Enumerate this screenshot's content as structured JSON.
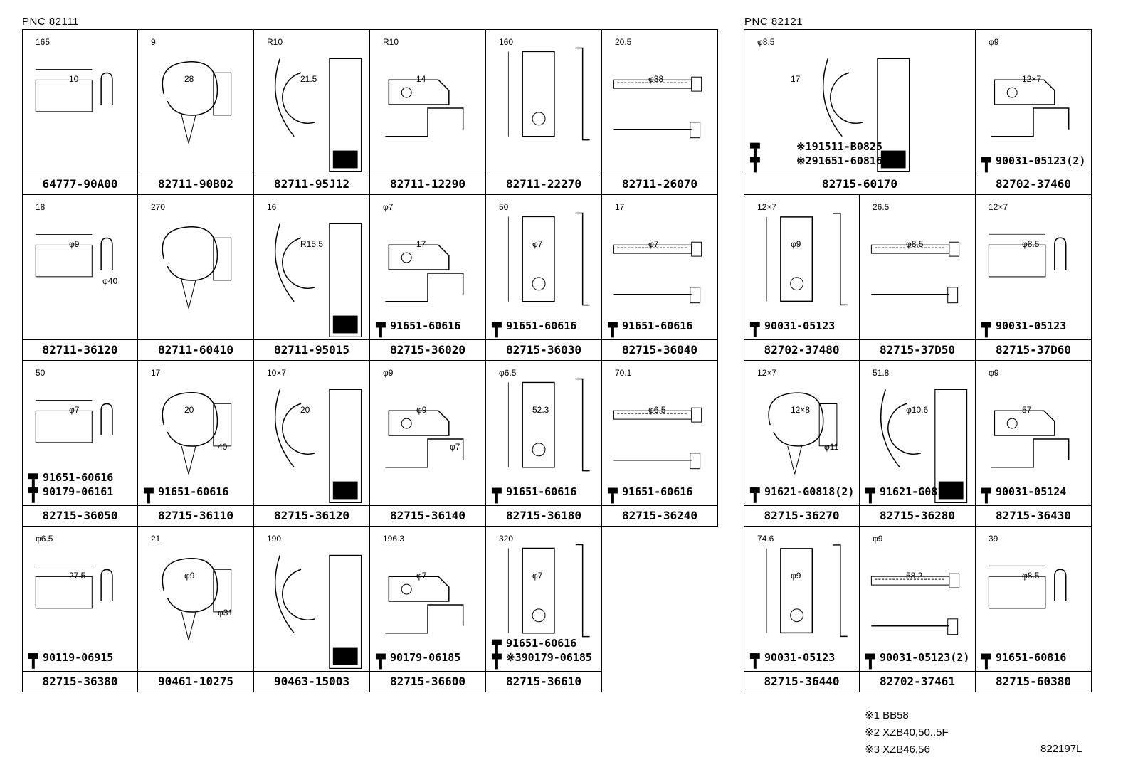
{
  "headers": {
    "left": "PNC 82111",
    "right": "PNC 82121"
  },
  "left_cells": [
    {
      "pn": "64777-90A00",
      "dims": [
        "165",
        "10"
      ],
      "labels": []
    },
    {
      "pn": "82711-90B02",
      "dims": [
        "9",
        "28"
      ],
      "labels": []
    },
    {
      "pn": "82711-95J12",
      "dims": [
        "R10",
        "21.5"
      ],
      "labels": []
    },
    {
      "pn": "82711-12290",
      "dims": [
        "R10",
        "14"
      ],
      "labels": []
    },
    {
      "pn": "82711-22270",
      "dims": [
        "160"
      ],
      "labels": []
    },
    {
      "pn": "82711-26070",
      "dims": [
        "20.5",
        "φ38"
      ],
      "labels": []
    },
    {
      "pn": "82711-36120",
      "dims": [
        "18",
        "φ9",
        "φ40"
      ],
      "labels": []
    },
    {
      "pn": "82711-60410",
      "dims": [
        "270"
      ],
      "labels": []
    },
    {
      "pn": "82711-95015",
      "dims": [
        "16",
        "R15.5"
      ],
      "labels": []
    },
    {
      "pn": "82715-36020",
      "dims": [
        "φ7",
        "17"
      ],
      "labels": [
        "91651-60616"
      ]
    },
    {
      "pn": "82715-36030",
      "dims": [
        "50",
        "φ7"
      ],
      "labels": [
        "91651-60616"
      ]
    },
    {
      "pn": "82715-36040",
      "dims": [
        "17",
        "φ7"
      ],
      "labels": [
        "91651-60616"
      ]
    },
    {
      "pn": "82715-36050",
      "dims": [
        "50",
        "φ7"
      ],
      "labels": [
        "91651-60616",
        "90179-06161"
      ]
    },
    {
      "pn": "82715-36110",
      "dims": [
        "17",
        "20",
        "40"
      ],
      "labels": [
        "91651-60616"
      ]
    },
    {
      "pn": "82715-36120",
      "dims": [
        "10×7",
        "20"
      ],
      "labels": []
    },
    {
      "pn": "82715-36140",
      "dims": [
        "φ9",
        "φ9",
        "φ7"
      ],
      "labels": []
    },
    {
      "pn": "82715-36180",
      "dims": [
        "φ6.5",
        "52.3"
      ],
      "labels": [
        "91651-60616"
      ]
    },
    {
      "pn": "82715-36240",
      "dims": [
        "70.1",
        "φ6.5"
      ],
      "labels": [
        "91651-60616"
      ]
    },
    {
      "pn": "82715-36380",
      "dims": [
        "φ6.5",
        "27.5"
      ],
      "labels": [
        "90119-06915"
      ]
    },
    {
      "pn": "90461-10275",
      "dims": [
        "21",
        "φ9",
        "φ31"
      ],
      "labels": []
    },
    {
      "pn": "90463-15003",
      "dims": [
        "190"
      ],
      "labels": []
    },
    {
      "pn": "82715-36600",
      "dims": [
        "196.3",
        "φ7"
      ],
      "labels": [
        "90179-06185"
      ]
    },
    {
      "pn": "82715-36610",
      "dims": [
        "320",
        "φ7"
      ],
      "labels": [
        "91651-60616",
        "※390179-06185"
      ]
    }
  ],
  "right_cells": [
    {
      "pn": "82715-60170",
      "dims": [
        "φ8.5",
        "17"
      ],
      "labels": [
        "※191511-B0825",
        "※291651-60816"
      ]
    },
    {
      "pn": "82702-37460",
      "dims": [
        "φ9",
        "12×7"
      ],
      "labels": [
        "90031-05123(2)"
      ]
    },
    {
      "pn": "82702-37480",
      "dims": [
        "12×7",
        "φ9"
      ],
      "labels": [
        "90031-05123"
      ]
    },
    {
      "pn": "82715-37D50",
      "dims": [
        "26.5",
        "φ8.5"
      ],
      "labels": []
    },
    {
      "pn": "82715-37D60",
      "dims": [
        "12×7",
        "φ8.5"
      ],
      "labels": [
        "90031-05123"
      ]
    },
    {
      "pn": "82715-36270",
      "dims": [
        "12×7",
        "12×8",
        "φ11"
      ],
      "labels": [
        "91621-G0818(2)"
      ]
    },
    {
      "pn": "82715-36280",
      "dims": [
        "51.8",
        "φ10.6"
      ],
      "labels": [
        "91621-G0818"
      ]
    },
    {
      "pn": "82715-36430",
      "dims": [
        "φ9",
        "57"
      ],
      "labels": [
        "90031-05124"
      ]
    },
    {
      "pn": "82715-36440",
      "dims": [
        "74.6",
        "φ9"
      ],
      "labels": [
        "90031-05123"
      ]
    },
    {
      "pn": "82702-37461",
      "dims": [
        "φ9",
        "58.2"
      ],
      "labels": [
        "90031-05123(2)"
      ]
    },
    {
      "pn": "82715-60380",
      "dims": [
        "39",
        "φ8.5"
      ],
      "labels": [
        "91651-60816"
      ]
    }
  ],
  "notes": [
    "※1 BB58",
    "※2 XZB40,50..5F",
    "※3 XZB46,56"
  ],
  "ref": "822197L"
}
